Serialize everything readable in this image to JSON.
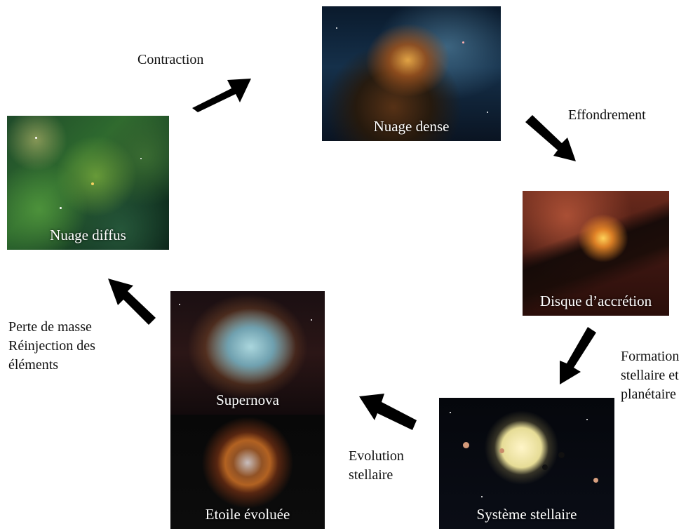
{
  "panels": {
    "diffuse": "Nuage diffus",
    "dense": "Nuage dense",
    "disk": "Disque d’accrétion",
    "stellar_system": "Système stellaire",
    "supernova": "Supernova",
    "evolved_star": "Etoile évoluée"
  },
  "transitions": {
    "contraction": "Contraction",
    "effondrement": "Effondrement",
    "formation": [
      "Formation",
      "stellaire et",
      "planétaire"
    ],
    "evolution": [
      "Evolution",
      "stellaire"
    ],
    "perte": [
      "Perte de masse",
      "Réinjection des",
      "éléments"
    ]
  }
}
